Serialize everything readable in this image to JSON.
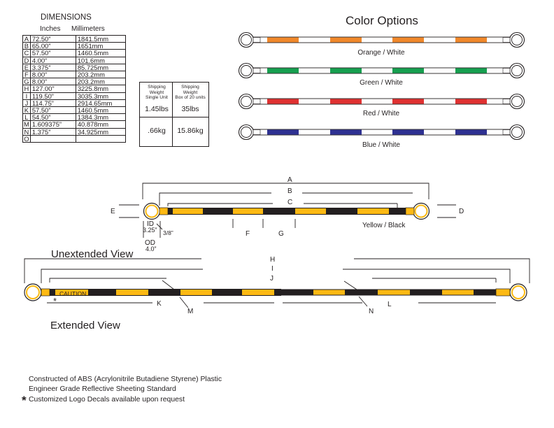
{
  "dimensions": {
    "title": "DIMENSIONS",
    "col_inches": "Inches",
    "col_mm": "Millimeters",
    "rows": [
      {
        "k": "A",
        "in": "72.50”",
        "mm": "1841.5mm"
      },
      {
        "k": "B",
        "in": "65.00”",
        "mm": "1651mm"
      },
      {
        "k": "C",
        "in": "57.50”",
        "mm": "1460.5mm"
      },
      {
        "k": "D",
        "in": "4.00”",
        "mm": "101.6mm"
      },
      {
        "k": "E",
        "in": "3.375”",
        "mm": "85.725mm"
      },
      {
        "k": "F",
        "in": "8.00”",
        "mm": "203.2mm"
      },
      {
        "k": "G",
        "in": "8.00”",
        "mm": "203.2mm"
      },
      {
        "k": "H",
        "in": "127.00”",
        "mm": "3225.8mm"
      },
      {
        "k": "I",
        "in": "119.50”",
        "mm": "3035.3mm"
      },
      {
        "k": "J",
        "in": "114.75”",
        "mm": "2914.65mm"
      },
      {
        "k": "K",
        "in": "57.50”",
        "mm": "1460.5mm"
      },
      {
        "k": "L",
        "in": "54.50”",
        "mm": "1384.3mm"
      },
      {
        "k": "M",
        "in": "1.609375”",
        "mm": "40.878mm"
      },
      {
        "k": "N",
        "in": "1.375”",
        "mm": "34.925mm"
      },
      {
        "k": "O",
        "in": "",
        "mm": ""
      }
    ]
  },
  "shipping": {
    "single_label": [
      "Shipping",
      "Weight",
      "Single Unit"
    ],
    "box_label": [
      "Shipping",
      "Weight",
      "Box of 20 units"
    ],
    "single_lbs": "1.45lbs",
    "box_lbs": "35lbs",
    "single_kg": ".66kg",
    "box_kg": "15.86kg"
  },
  "color_options": {
    "title": "Color Options",
    "bars": [
      {
        "label": "Orange / White",
        "color": "#f0882a"
      },
      {
        "label": "Green / White",
        "color": "#16a04f"
      },
      {
        "label": "Red / White",
        "color": "#e03131"
      },
      {
        "label": "Blue / White",
        "color": "#2e3192"
      }
    ]
  },
  "unextended": {
    "title": "Unextended View",
    "colors_label": "Yellow / Black",
    "labels": {
      "A": "A",
      "B": "B",
      "C": "C",
      "D": "D",
      "E": "E",
      "F": "F",
      "G": "G",
      "ID": "ID",
      "ID_val": "3.25”",
      "OD": "OD",
      "OD_val": "4.0”",
      "thick": "3/8”"
    }
  },
  "extended": {
    "title": "Extended View",
    "caution": "CAUTION",
    "asterisk": "*",
    "labels": {
      "H": "H",
      "I": "I",
      "J": "J",
      "K": "K",
      "L": "L",
      "M": "M",
      "N": "N"
    }
  },
  "colors": {
    "yellow": "#fdb913",
    "black": "#231f20",
    "white": "#ffffff"
  },
  "notes": [
    "Constructed of ABS (Acrylonitrile Butadiene Styrene) Plastic",
    "Engineer Grade Reflective Sheeting Standard",
    "Customized Logo Decals available upon request"
  ],
  "star": "*"
}
